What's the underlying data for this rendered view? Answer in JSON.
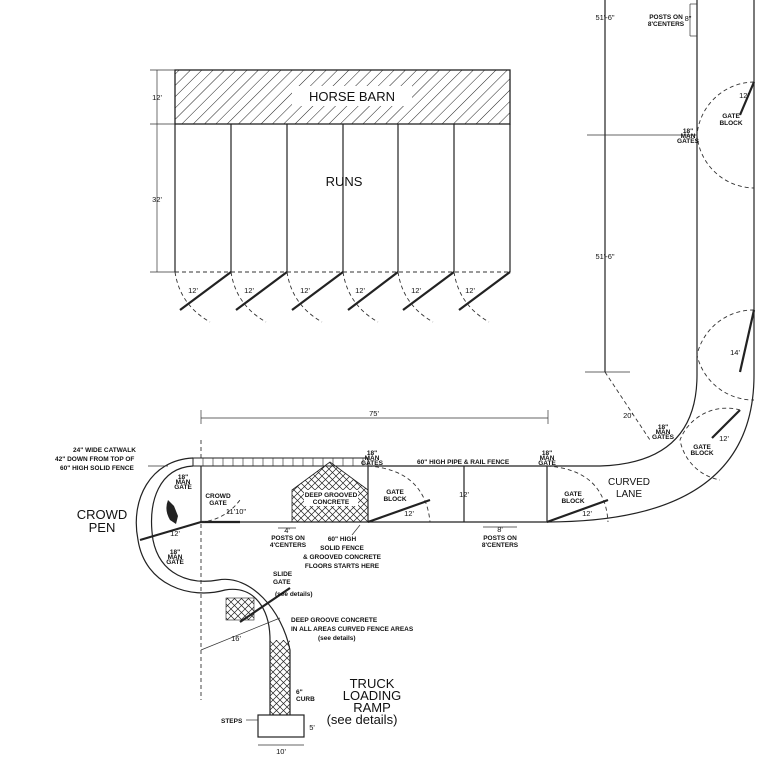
{
  "labels": {
    "horse_barn": "HORSE BARN",
    "runs": "RUNS",
    "crowd_pen_1": "CROWD",
    "crowd_pen_2": "PEN",
    "curved_lane_1": "CURVED",
    "curved_lane_2": "LANE",
    "truck_ramp_1": "TRUCK",
    "truck_ramp_2": "LOADING",
    "truck_ramp_3": "RAMP",
    "truck_ramp_4": "(see details)",
    "catwalk_1": "24\" WIDE CATWALK",
    "catwalk_2": "42\" DOWN FROM TOP OF",
    "catwalk_3": "60\" HIGH SOLID FENCE",
    "pipe_fence": "60\" HIGH PIPE & RAIL FENCE",
    "deep_concrete_1": "DEEP GROOVED",
    "deep_concrete_2": "CONCRETE",
    "solid_fence_1": "60\" HIGH",
    "solid_fence_2": "SOLID FENCE",
    "solid_fence_3": "& GROOVED CONCRETE",
    "solid_fence_4": "FLOORS STARTS HERE",
    "curved_concrete_1": "DEEP GROOVE CONCRETE",
    "curved_concrete_2": "IN ALL AREAS CURVED FENCE AREAS",
    "curved_concrete_3": "(see details)",
    "slide_gate_1": "SLIDE",
    "slide_gate_2": "GATE",
    "slide_gate_3": "(see details)",
    "crowd_gate_1": "CROWD",
    "crowd_gate_2": "GATE",
    "gate_block_1": "GATE",
    "gate_block_2": "BLOCK",
    "man_gate_1": "18\"",
    "man_gate_2": "MAN",
    "man_gate_3": "GATE",
    "man_gates_3": "GATES",
    "posts4_1": "POSTS ON",
    "posts4_2": "4'CENTERS",
    "posts8_1": "POSTS ON",
    "posts8_2": "8'CENTERS",
    "curb_1": "6\"",
    "curb_2": "CURB",
    "steps": "STEPS"
  },
  "dimensions": {
    "d12": "12'",
    "d32": "32'",
    "d75": "75'",
    "d51_6": "51'-6\"",
    "d20": "20'",
    "d14": "14'",
    "d16": "16'",
    "d10": "10'",
    "d11_10": "11'10\"",
    "d4": "4'",
    "d8": "8'",
    "d8in": "8\"",
    "d5": "5'"
  }
}
